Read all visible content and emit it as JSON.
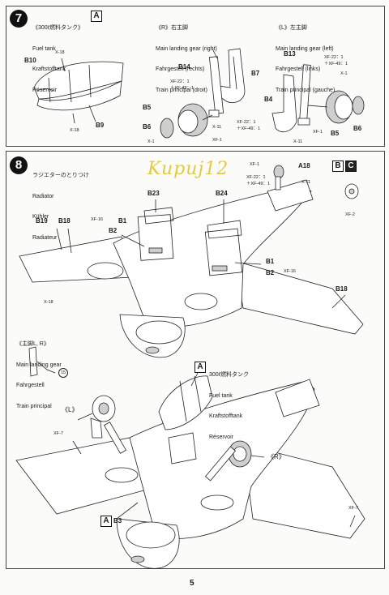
{
  "step7": {
    "number": "7",
    "left": {
      "badge": "A",
      "jp": "《300ℓ燃料タンク》",
      "en": "Fuel tank",
      "de": "Kraftstofftank",
      "fr": "Réservoir",
      "parts": [
        "B10",
        "B9"
      ],
      "screws": [
        "X-18",
        "X-18"
      ]
    },
    "middle": {
      "jp": "《R》右主脚",
      "en": "Main landing gear (right)",
      "de": "Fahrgestell (rechts)",
      "fr": "Train principal (droit)",
      "parts": [
        "B14",
        "B7",
        "B5",
        "B6"
      ],
      "labels": [
        "XF-22：1\n＋XF-49：1",
        "X-11",
        "XF-22：1\n＋XF-49：1",
        "X-1",
        "XF-1"
      ]
    },
    "right": {
      "jp": "《L》左主脚",
      "en": "Main landing gear (left)",
      "de": "Fahrgestell (links)",
      "fr": "Train principal (gauche)",
      "parts": [
        "B13",
        "B4",
        "B5",
        "B6"
      ],
      "labels": [
        "XF-22：1\n＋XF-49：1",
        "X-1",
        "XF-1",
        "X-11"
      ]
    }
  },
  "step8": {
    "number": "8",
    "jp": "ラジエターのとりつけ",
    "en": "Radiator",
    "de": "Kühler",
    "fr": "Radiateur",
    "badges": [
      "B",
      "C"
    ],
    "parts": [
      "B23",
      "B24",
      "B19",
      "B18",
      "B1",
      "B2",
      "B1",
      "B2",
      "B18",
      "A18"
    ],
    "labels": {
      "xf16a": "XF-16",
      "xf16b": "XF-16",
      "x18": "X-18",
      "a18top": "XF-1",
      "a18mid": "XF-22：1\n＋XF-49：1",
      "a18x": "X-11",
      "xf2": "XF-2"
    },
    "gear_note": {
      "jp": "《主脚L, R》",
      "en": "Main landing gear",
      "de": "Fahrgestell",
      "fr": "Train principal",
      "circle": "15"
    },
    "lower": {
      "tank_jp": "300ℓ燃料タンク",
      "tank_en": "Fuel tank",
      "tank_de": "Kraftstofftank",
      "tank_fr": "Réservoir",
      "badge": "A",
      "left_gear": "《L》",
      "right_gear": "《R》",
      "xf7a": "XF-7",
      "xf7b": "XF-7",
      "b3": "B3",
      "b3_badge": "A"
    }
  },
  "watermark": "Kupuj12",
  "page_number": "5"
}
